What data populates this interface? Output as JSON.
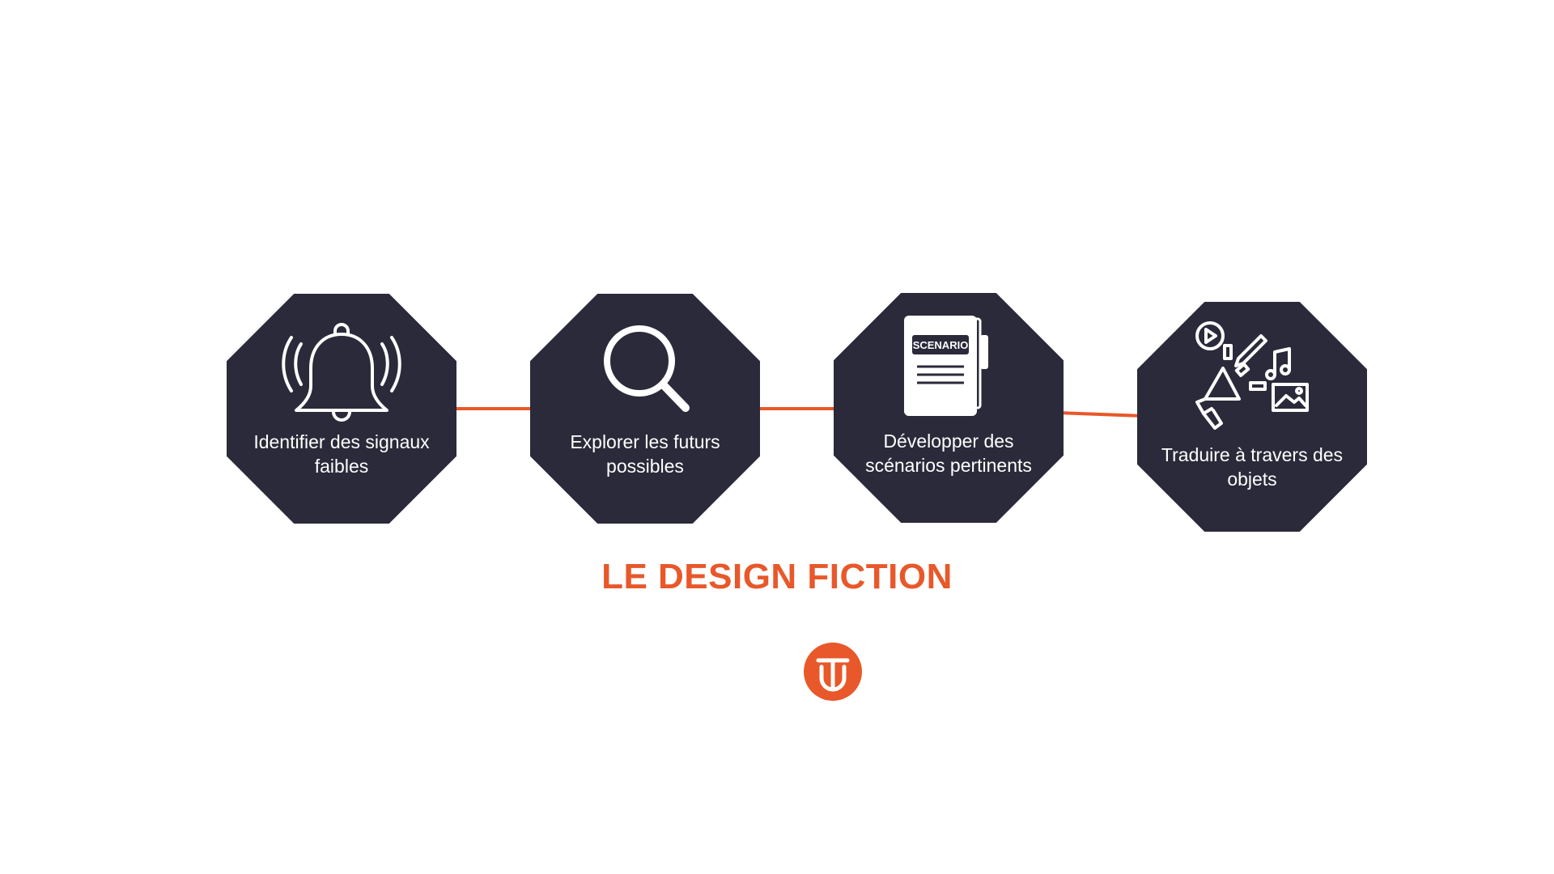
{
  "colors": {
    "octagon_fill": "#2b2a3a",
    "accent": "#e8582a",
    "icon_stroke": "#ffffff",
    "background": "#ffffff"
  },
  "steps": [
    {
      "label": "Identifier des signaux faibles",
      "icon": "bell-ringing-icon"
    },
    {
      "label": "Explorer les futurs possibles",
      "icon": "magnifier-icon"
    },
    {
      "label": "Développer des scénarios pertinents",
      "icon": "scenario-document-icon",
      "icon_text": "SCENARIO"
    },
    {
      "label": "Traduire à travers des objets",
      "icon": "megaphone-media-icon"
    }
  ],
  "title": "LE DESIGN FICTION",
  "logo": {
    "icon": "tu-logo-icon"
  }
}
